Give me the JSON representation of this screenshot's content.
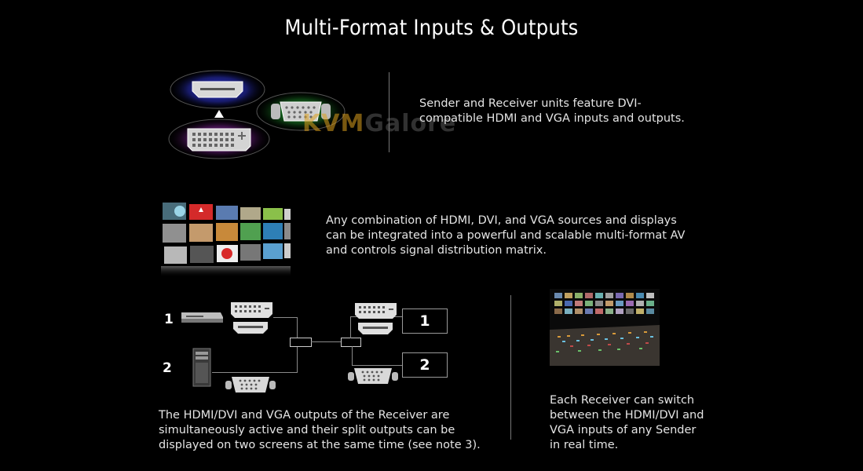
{
  "header": {
    "title": "Multi-Format Inputs & Outputs"
  },
  "section1": {
    "text": "Sender and Receiver units feature DVI-compatible HDMI and VGA inputs and outputs."
  },
  "section2": {
    "text": "Any combination of HDMI, DVI, and VGA sources and displays can be integrated into a powerful and scalable multi-format AV and controls signal distribution matrix."
  },
  "section3": {
    "source1_label": "1",
    "source2_label": "2",
    "screen1_label": "1",
    "screen2_label": "2",
    "text": "The HDMI/DVI and VGA outputs of the Receiver are simultaneously active and their split outputs can be displayed on two screens at the same time  (see note 3)."
  },
  "section4": {
    "text": "Each Receiver can switch between the HDMI/DVI and VGA inputs of any Sender in real time."
  },
  "watermark": {
    "text_k": "KVM",
    "text_rest": "Galore"
  },
  "colors": {
    "hdmi_glow": "#3a46ff",
    "vga_glow": "#27c43a",
    "dvi_glow": "#c03ad8"
  }
}
